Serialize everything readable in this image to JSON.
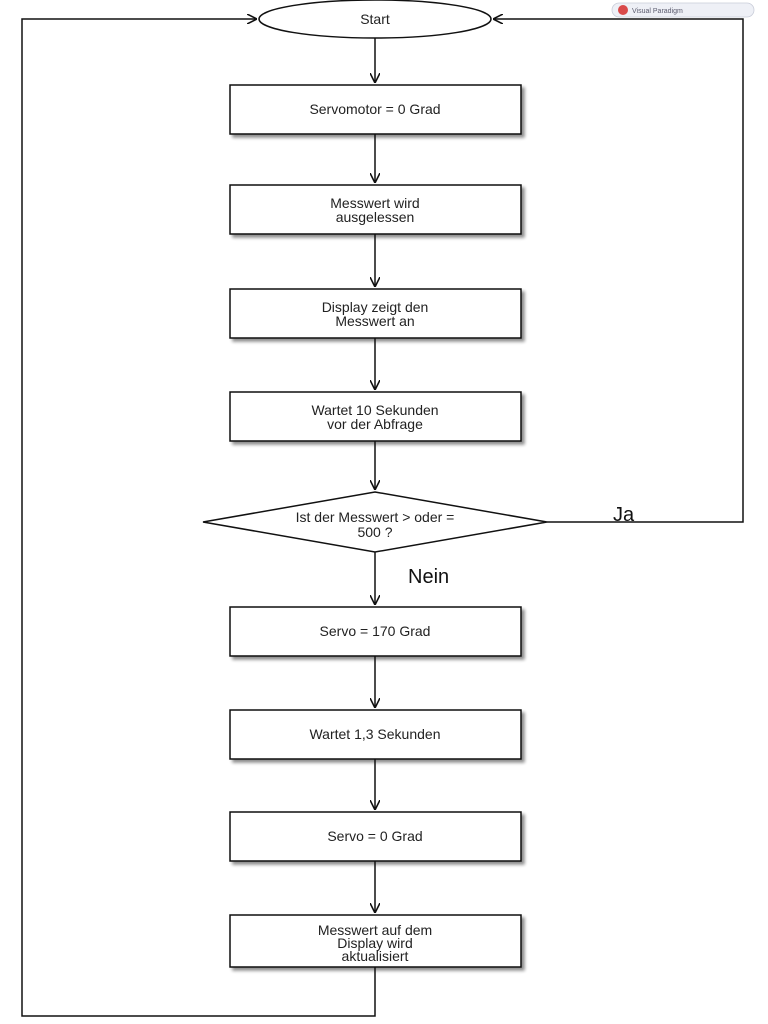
{
  "diagram": {
    "start": "Start",
    "steps": {
      "s1": "Servomotor = 0 Grad",
      "s2": [
        "Messwert wird",
        "ausgelessen"
      ],
      "s3": [
        "Display zeigt den",
        "Messwert an"
      ],
      "s4": [
        "Wartet 10 Sekunden",
        "vor der Abfrage"
      ],
      "s5": "Servo = 170 Grad",
      "s6": "Wartet 1,3 Sekunden",
      "s7": "Servo = 0 Grad",
      "s8": [
        "Messwert auf dem",
        "Display wird",
        "aktualisiert"
      ]
    },
    "decision": [
      "Ist der Messwert > oder =",
      "500 ?"
    ],
    "yes_label": "Ja",
    "no_label": "Nein"
  },
  "watermark": {
    "text": "Visual Paradigm",
    "icon": "visual-paradigm-logo-icon"
  }
}
